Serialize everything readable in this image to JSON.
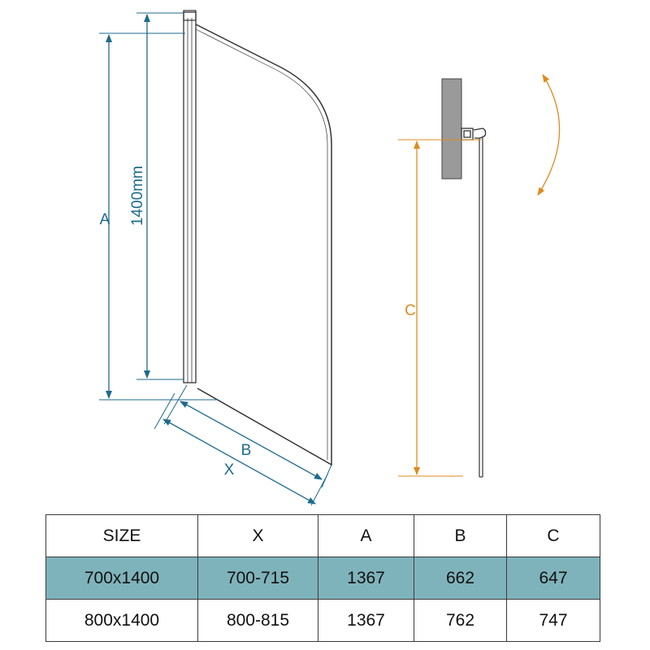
{
  "colors": {
    "dimension_blue": "#1d6a8c",
    "dimension_orange": "#e08a1e",
    "outline": "#333333",
    "wall": "#9a9a9a",
    "highlight_row": "#7fb3bb",
    "table_border": "#3a3a3a"
  },
  "labels": {
    "A": "A",
    "height": "1400mm",
    "B": "B",
    "X": "X",
    "C": "C"
  },
  "table": {
    "headers": [
      "SIZE",
      "X",
      "A",
      "B",
      "C"
    ],
    "rows": [
      {
        "cells": [
          "700x1400",
          "700-715",
          "1367",
          "662",
          "647"
        ],
        "highlight": true
      },
      {
        "cells": [
          "800x1400",
          "800-815",
          "1367",
          "762",
          "747"
        ],
        "highlight": false
      }
    ]
  }
}
